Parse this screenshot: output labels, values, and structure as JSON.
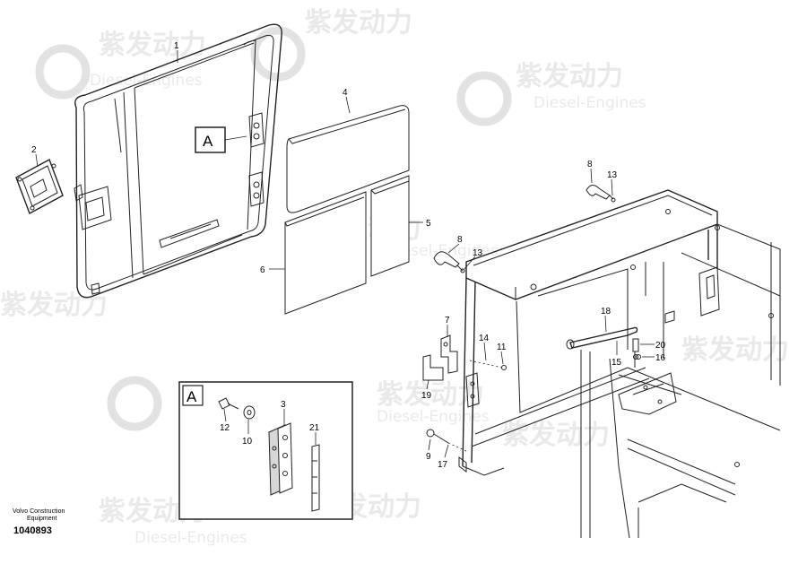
{
  "watermark": {
    "chinese": "紫发动力",
    "latin": "Diesel-Engines"
  },
  "parts": [
    {
      "id": "p1",
      "label": "1"
    },
    {
      "id": "p2",
      "label": "2"
    },
    {
      "id": "p3",
      "label": "3"
    },
    {
      "id": "p4",
      "label": "4"
    },
    {
      "id": "p5",
      "label": "5"
    },
    {
      "id": "p6",
      "label": "6"
    },
    {
      "id": "p7",
      "label": "7"
    },
    {
      "id": "p8a",
      "label": "8"
    },
    {
      "id": "p8b",
      "label": "8"
    },
    {
      "id": "p9",
      "label": "9"
    },
    {
      "id": "p10",
      "label": "10"
    },
    {
      "id": "p11",
      "label": "11"
    },
    {
      "id": "p12",
      "label": "12"
    },
    {
      "id": "p13a",
      "label": "13"
    },
    {
      "id": "p13b",
      "label": "13"
    },
    {
      "id": "p14",
      "label": "14"
    },
    {
      "id": "p15",
      "label": "15"
    },
    {
      "id": "p16",
      "label": "16"
    },
    {
      "id": "p17",
      "label": "17"
    },
    {
      "id": "p18",
      "label": "18"
    },
    {
      "id": "p19",
      "label": "19"
    },
    {
      "id": "p20",
      "label": "20"
    },
    {
      "id": "p21",
      "label": "21"
    }
  ],
  "callout": {
    "letter": "A"
  },
  "detail": {
    "letter": "A"
  },
  "footer": {
    "line1": "Volvo Construction",
    "line2": "Equipment",
    "drawing_number": "1040893"
  }
}
